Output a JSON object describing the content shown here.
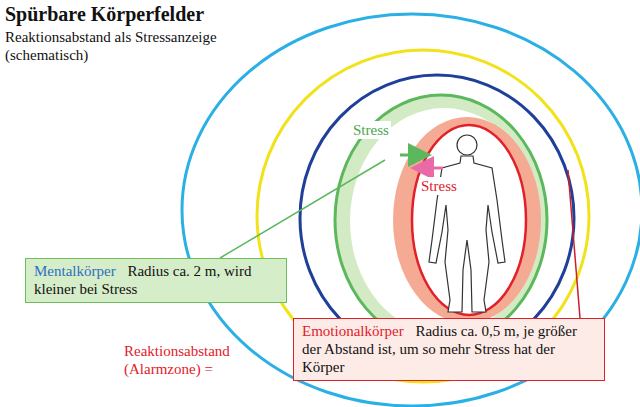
{
  "diagram": {
    "title": "Spürbare Körperfelder",
    "nodes": [
      {
        "text": [
          "Mentalkörper",
          "Radius ca. 2 m, wird kleiner bei Stress"
        ]
      },
      {
        "text": [
          "Emotionalkörper",
          "Radius ca. 0,5 m, je größer der Abstand ist, um so mehr Stress hat der Körper"
        ]
      }
    ],
    "labels": [
      "Reaktionsabstand als Stressanzeige (schematisch)",
      "Stress",
      "Stress",
      "Reaktionsabstand (Alarmzone) ="
    ]
  }
}
